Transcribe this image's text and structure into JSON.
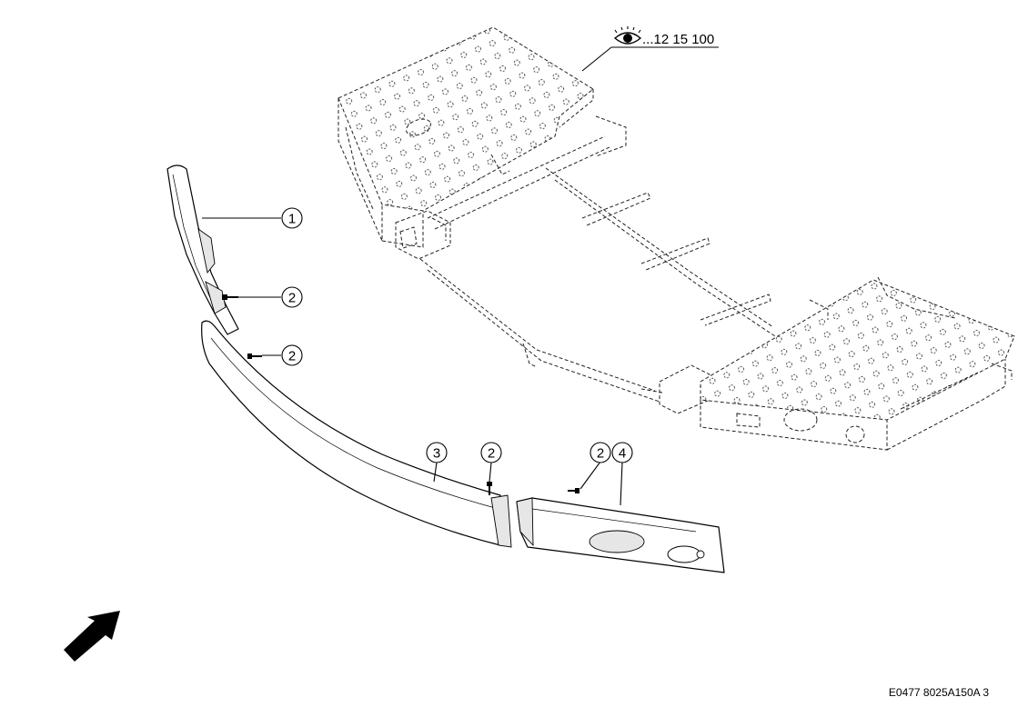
{
  "reference": {
    "label": "...12 15 100"
  },
  "callouts": [
    {
      "id": "callout-1",
      "number": "1"
    },
    {
      "id": "callout-2a",
      "number": "2"
    },
    {
      "id": "callout-2b",
      "number": "2"
    },
    {
      "id": "callout-2c",
      "number": "2"
    },
    {
      "id": "callout-2d",
      "number": "2"
    },
    {
      "id": "callout-3",
      "number": "3"
    },
    {
      "id": "callout-4",
      "number": "4"
    }
  ],
  "drawing_code": "E0477 8025A150A 3",
  "icons": {
    "reference": "eye-icon",
    "direction": "direction-arrow-icon"
  }
}
